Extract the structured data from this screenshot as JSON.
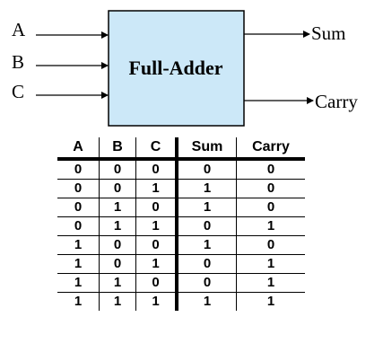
{
  "diagram": {
    "block_label": "Full-Adder",
    "block_fill": "#cce8f8",
    "inputs": [
      "A",
      "B",
      "C"
    ],
    "outputs": [
      "Sum",
      "Carry"
    ]
  },
  "truth_table": {
    "headers": [
      "A",
      "B",
      "C",
      "Sum",
      "Carry"
    ],
    "rows": [
      [
        "0",
        "0",
        "0",
        "0",
        "0"
      ],
      [
        "0",
        "0",
        "1",
        "1",
        "0"
      ],
      [
        "0",
        "1",
        "0",
        "1",
        "0"
      ],
      [
        "0",
        "1",
        "1",
        "0",
        "1"
      ],
      [
        "1",
        "0",
        "0",
        "1",
        "0"
      ],
      [
        "1",
        "0",
        "1",
        "0",
        "1"
      ],
      [
        "1",
        "1",
        "0",
        "0",
        "1"
      ],
      [
        "1",
        "1",
        "1",
        "1",
        "1"
      ]
    ]
  }
}
